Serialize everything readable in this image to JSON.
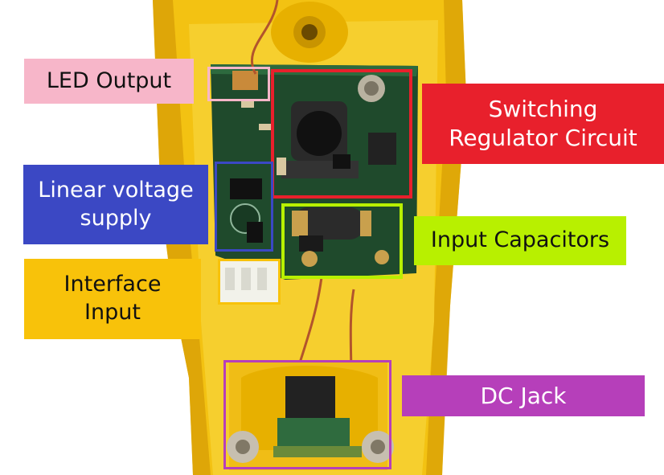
{
  "labels": {
    "led_output": "LED Output",
    "switching_line1": "Switching",
    "switching_line2": "Regulator Circuit",
    "linear_line1": "Linear voltage",
    "linear_line2": "supply",
    "input_capacitors": "Input Capacitors",
    "interface_line1": "Interface",
    "interface_line2": "Input",
    "dc_jack": "DC Jack"
  },
  "colors": {
    "led_output": "#f7b6c9",
    "switching": "#e8202c",
    "linear": "#3b48c4",
    "input_capacitors": "#b8f000",
    "interface": "#f8c20a",
    "dc_jack": "#b63fba",
    "text_dark": "#111111",
    "text_light": "#ffffff",
    "housing": "#f3c212",
    "pcb": "#1f4a2c"
  }
}
